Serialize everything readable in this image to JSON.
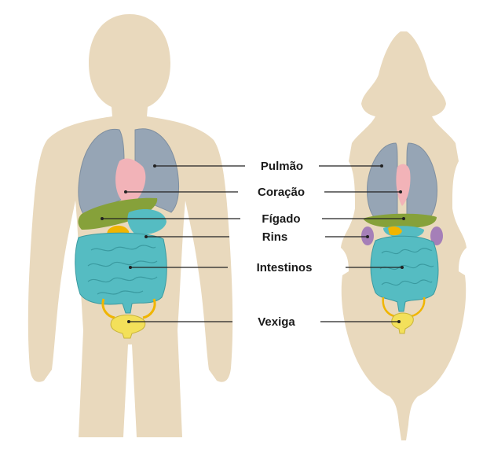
{
  "labels": {
    "lung": "Pulmão",
    "heart": "Coração",
    "liver": "Fígado",
    "kidneys": "Rins",
    "intestines": "Intestinos",
    "bladder": "Vexiga"
  },
  "colors": {
    "background": "#ffffff",
    "body": "#e9d9bd",
    "lung": "#96a5b5",
    "heart": "#f2b3b8",
    "liver": "#86a13a",
    "gallbladder": "#f0b500",
    "kidney": "#a57fb8",
    "intestine": "#55bcc2",
    "intestine_outline": "#3a9aa0",
    "bladder": "#f3e05a",
    "leader_line": "#222222",
    "text": "#1a1a1a"
  }
}
